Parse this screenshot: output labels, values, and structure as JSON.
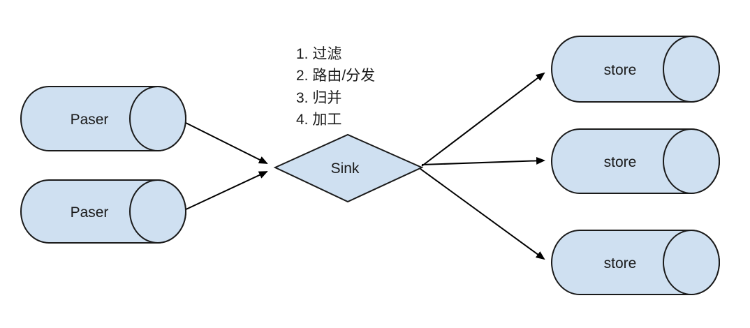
{
  "nodes": {
    "paser1": {
      "label": "Paser"
    },
    "paser2": {
      "label": "Paser"
    },
    "sink": {
      "label": "Sink"
    },
    "store1": {
      "label": "store"
    },
    "store2": {
      "label": "store"
    },
    "store3": {
      "label": "store"
    }
  },
  "annotation": [
    "1. 过滤",
    "2. 路由/分发",
    "3. 归并",
    "4. 加工"
  ],
  "colors": {
    "shape_fill": "#cfe0f1",
    "shape_stroke": "#1a1a1a",
    "arrow": "#000000",
    "text": "#1a1a1a",
    "background": "#ffffff"
  }
}
